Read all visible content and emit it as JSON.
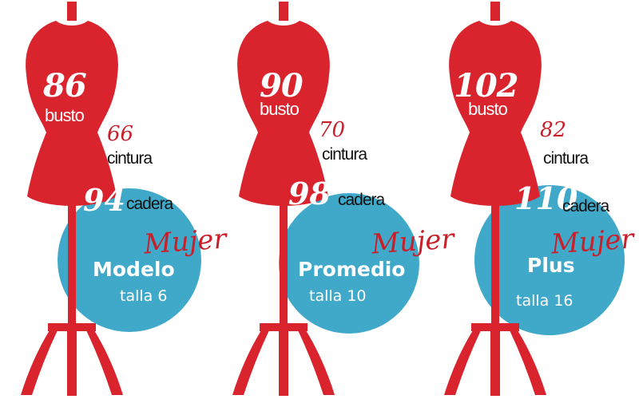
{
  "colors": {
    "mannequin": "#d9232d",
    "circle": "#40a9c9",
    "accent_text": "#c8202b",
    "background": "#ffffff"
  },
  "figures": [
    {
      "bust": "86",
      "bust_label": "busto",
      "waist": "66",
      "waist_label": "cintura",
      "hip": "94",
      "hip_label": "cadera",
      "script_word": "Mujer",
      "category": "Modelo",
      "size": "talla 6"
    },
    {
      "bust": "90",
      "bust_label": "busto",
      "waist": "70",
      "waist_label": "cintura",
      "hip": "98",
      "hip_label": "cadera",
      "script_word": "Mujer",
      "category": "Promedio",
      "size": "talla 10"
    },
    {
      "bust": "102",
      "bust_label": "busto",
      "waist": "82",
      "waist_label": "cintura",
      "hip": "110",
      "hip_label": "cadera",
      "script_word": "Mujer",
      "category": "Plus",
      "size": "talla 16"
    }
  ]
}
